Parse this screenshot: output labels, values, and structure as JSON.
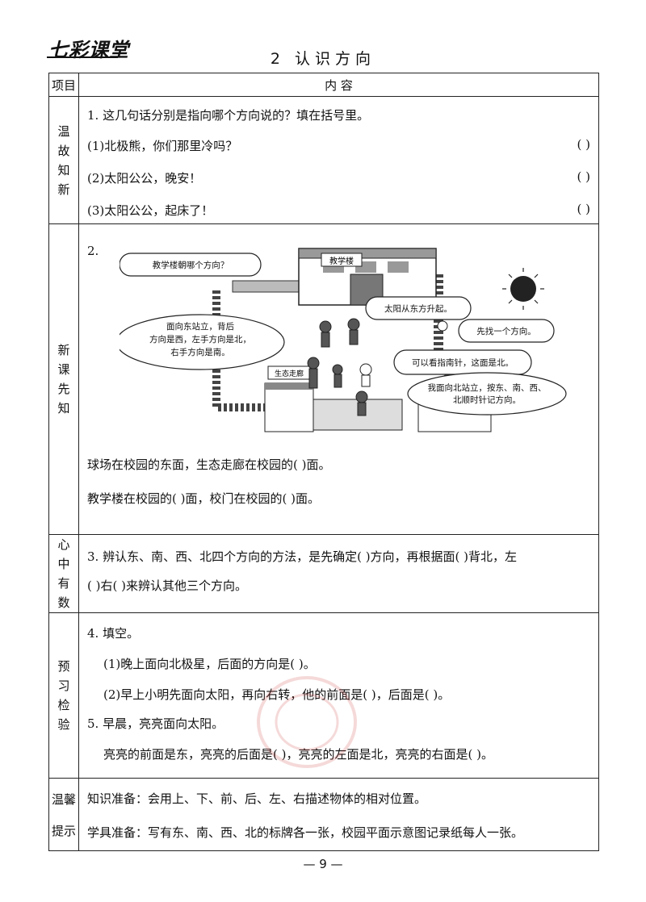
{
  "header": {
    "logo": "七彩课堂",
    "title": "2 认识方向"
  },
  "table": {
    "col1_header": "项目",
    "col2_header": "内 容"
  },
  "review": {
    "label": "温故知新",
    "q1": "1. 这几句话分别是指向哪个方向说的？填在括号里。",
    "items": [
      "(1)北极熊，你们那里冷吗？",
      "(2)太阳公公，晚安！",
      "(3)太阳公公，起床了！"
    ],
    "blank": "(    )"
  },
  "new": {
    "label": "新课先知",
    "q2": "2.",
    "picture": {
      "building": "教学楼",
      "corridor": "生态走廊",
      "bubble1": "教学楼朝哪个方向？",
      "bubble2": "太阳从东方升起。",
      "bubble3": "先找一个方向。",
      "bubble4_l1": "面向东站立，背后",
      "bubble4_l2": "方向是西，左手方向是北，",
      "bubble4_l3": "右手方向是南。",
      "bubble5": "可以看指南针，这面是北。",
      "bubble6_l1": "我面向北站立，按东、南、西、",
      "bubble6_l2": "北顺时针记方向。"
    },
    "line1": "球场在校园的东面，生态走廊在校园的(      )面。",
    "line2": "教学楼在校园的(      )面，校门在校园的(      )面。"
  },
  "mind": {
    "label": "心中有数",
    "line1": "3. 辨认东、南、西、北四个方向的方法，是先确定(      )方向，再根据面(      )背北，左",
    "line2": "(      )右(      )来辨认其他三个方向。"
  },
  "preview": {
    "label": "预习检验",
    "q4": "4. 填空。",
    "q4_1": "(1)晚上面向北极星，后面的方向是(      )。",
    "q4_2": "(2)早上小明先面向太阳，再向右转，他的前面是(      )，后面是(      )。",
    "q5": "5. 早晨，亮亮面向太阳。",
    "q5_1": "亮亮的前面是东，亮亮的后面是(      )，亮亮的左面是北，亮亮的右面是(      )。"
  },
  "tips": {
    "label_1": "温馨",
    "label_2": "提示",
    "line1": "知识准备：会用上、下、前、后、左、右描述物体的相对位置。",
    "line2": "学具准备：写有东、南、西、北的标牌各一张，校园平面示意图记录纸每人一张。"
  },
  "page_number": "— 9 —"
}
